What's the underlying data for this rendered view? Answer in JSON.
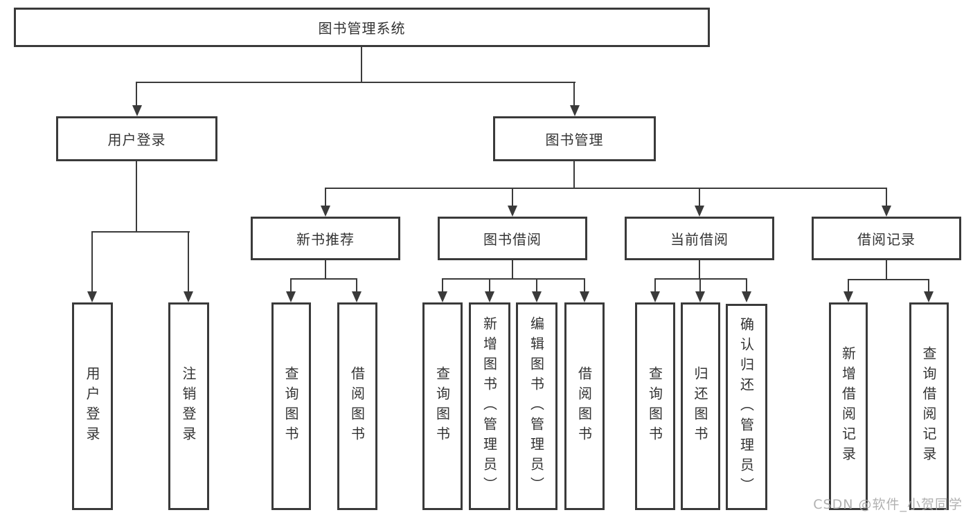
{
  "diagram": {
    "root": {
      "label": "图书管理系统"
    },
    "level2": [
      {
        "label": "用户登录"
      },
      {
        "label": "图书管理"
      }
    ],
    "level3": [
      {
        "label": "新书推荐"
      },
      {
        "label": "图书借阅"
      },
      {
        "label": "当前借阅"
      },
      {
        "label": "借阅记录"
      }
    ],
    "leaves": [
      {
        "parent": "用户登录",
        "items": [
          "用户登录",
          "注销登录"
        ]
      },
      {
        "parent": "新书推荐",
        "items": [
          "查询图书",
          "借阅图书"
        ]
      },
      {
        "parent": "图书借阅",
        "items": [
          "查询图书",
          "新增图书（管理员）",
          "编辑图书（管理员）",
          "借阅图书"
        ]
      },
      {
        "parent": "当前借阅",
        "items": [
          "查询图书",
          "归还图书",
          "确认归还（管理员）"
        ]
      },
      {
        "parent": "借阅记录",
        "items": [
          "新增借阅记录",
          "查询借阅记录"
        ]
      }
    ]
  },
  "colors": {
    "line": "#3a3a3a",
    "text": "#333333",
    "box_background": "#ffffff",
    "watermark": "#a8a8a8"
  },
  "watermark": {
    "text": "CSDN @软件_小贺同学"
  }
}
